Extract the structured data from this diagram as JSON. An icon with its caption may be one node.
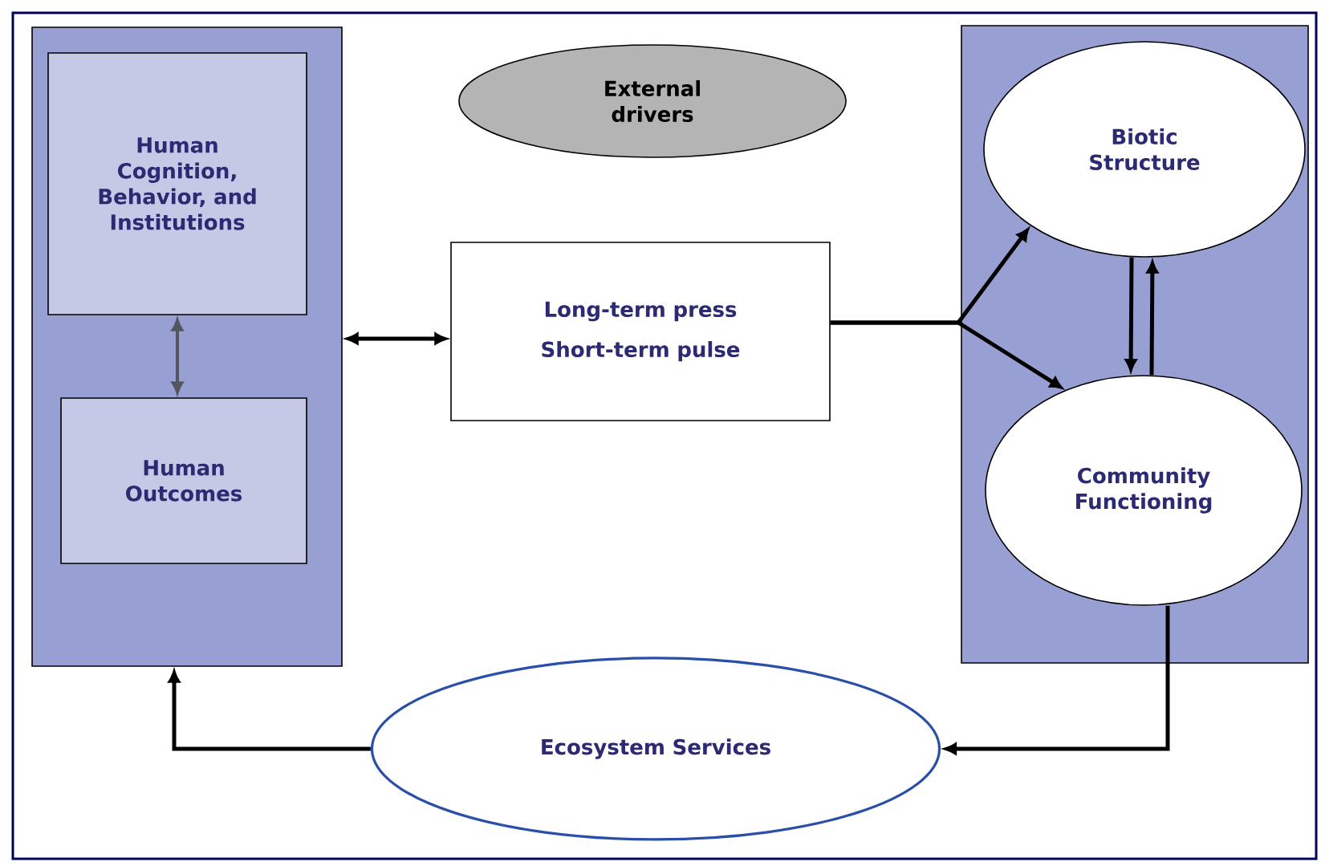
{
  "diagram": {
    "nodes": [
      {
        "text": [],
        "shape": "box"
      },
      {
        "text": [
          "Human Cognition, Behavior, and Institutions"
        ],
        "in": 0
      },
      {
        "text": [
          "Human Outcomes"
        ],
        "in": 0
      },
      {
        "text": [
          "External drivers"
        ]
      },
      {
        "text": [
          "Long-term press",
          "Short-term pulse"
        ]
      },
      {
        "text": [],
        "shape": "box"
      },
      {
        "text": [
          "Biotic Structure"
        ],
        "in": 5
      },
      {
        "text": [
          "Community Functioning"
        ],
        "in": 5
      },
      {
        "text": [
          "Ecosystem Services"
        ]
      }
    ],
    "edges": [
      {
        "from": 1,
        "to": 2,
        "arrow": "both",
        "color": "#55555f"
      },
      {
        "from": 0,
        "to": 4,
        "arrow": "both"
      },
      {
        "from": 4,
        "to": 6,
        "arrow": "to"
      },
      {
        "from": 4,
        "to": 7,
        "arrow": "to"
      },
      {
        "from": 6,
        "to": 7,
        "arrow": "to"
      },
      {
        "from": 7,
        "to": 6,
        "arrow": "to"
      },
      {
        "from": 7,
        "to": 8,
        "arrow": "to"
      },
      {
        "from": 8,
        "to": 0,
        "arrow": "to"
      }
    ]
  }
}
